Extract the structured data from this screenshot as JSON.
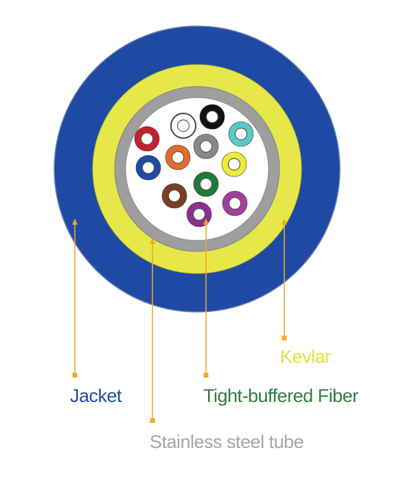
{
  "labels": {
    "jacket": "Jacket",
    "kevlar": "Kevlar",
    "fiber": "Tight-buffered Fiber",
    "tube": "Stainless steel tube"
  },
  "colors": {
    "jacket": "#1f4aa3",
    "kevlar": "#e6e84a",
    "tube": "#9e9e9e",
    "leader": "#f6a623",
    "jacket_text": "#1f4aa3",
    "kevlar_text": "#e3e13a",
    "fiber_text": "#2e7d3f",
    "tube_text": "#a6a6a6"
  },
  "fibers": [
    {
      "name": "white-fiber",
      "color": "#ffffff"
    },
    {
      "name": "black-fiber",
      "color": "#111111"
    },
    {
      "name": "red-fiber",
      "color": "#c6202f"
    },
    {
      "name": "aqua-fiber",
      "color": "#5bc8c8"
    },
    {
      "name": "orange-fiber",
      "color": "#e46b2c"
    },
    {
      "name": "slate-fiber",
      "color": "#888888"
    },
    {
      "name": "blue-fiber",
      "color": "#1f4aa3"
    },
    {
      "name": "yellow-fiber",
      "color": "#eaec3a"
    },
    {
      "name": "green-fiber",
      "color": "#1f7a3a"
    },
    {
      "name": "brown-fiber",
      "color": "#7a3f1e"
    },
    {
      "name": "violet-fiber",
      "color": "#a23fa0"
    },
    {
      "name": "rose-fiber",
      "color": "#8b2f8f"
    }
  ]
}
